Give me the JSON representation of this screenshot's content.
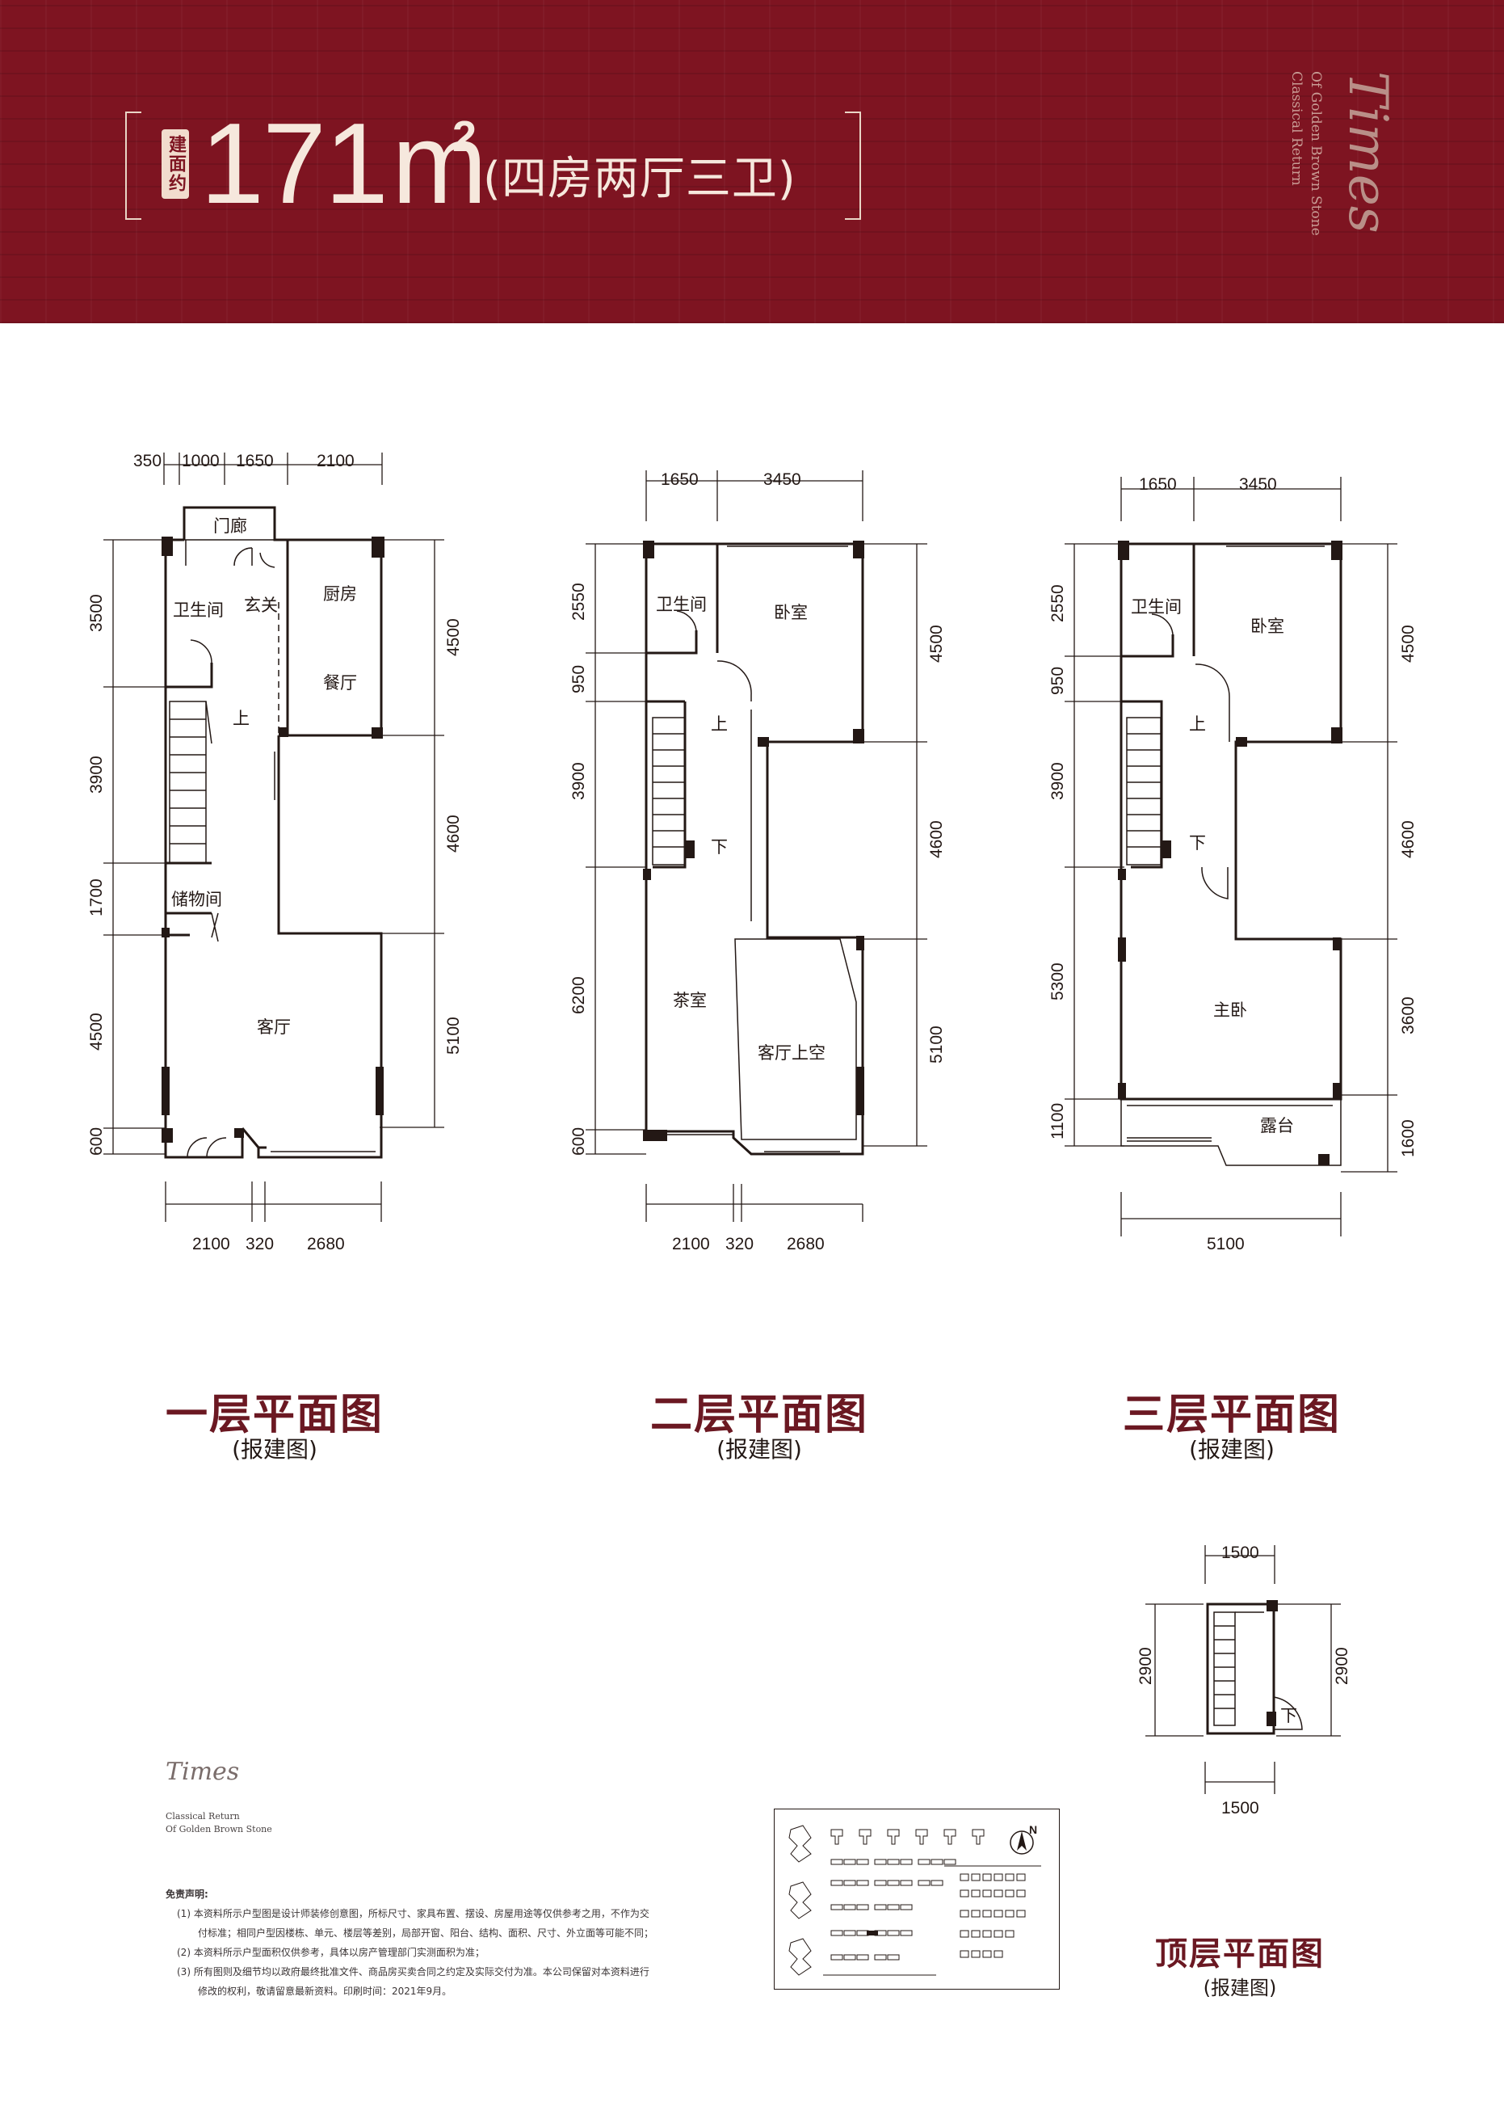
{
  "header": {
    "tag": "建面约",
    "area_number": "171",
    "area_unit": "m",
    "area_sup": "2",
    "layout_desc": "(四房两厅三卫)",
    "brand_line1": "Classical Return",
    "brand_line2": "Of Golden Brown Stone",
    "brand_logo": "Times"
  },
  "floors": [
    {
      "title": "一层平面图",
      "subtitle": "(报建图)",
      "rooms": [
        "门廊",
        "玄关",
        "卫生间",
        "厨房",
        "餐厅",
        "上",
        "储物间",
        "客厅"
      ],
      "dims_top": [
        "350",
        "1000",
        "1650",
        "2100"
      ],
      "dims_left": [
        "3500",
        "3900",
        "1700",
        "4500",
        "600"
      ],
      "dims_right": [
        "4500",
        "4600",
        "5100"
      ],
      "dims_bottom": [
        "2100",
        "320",
        "2680"
      ]
    },
    {
      "title": "二层平面图",
      "subtitle": "(报建图)",
      "rooms": [
        "卫生间",
        "卧室",
        "上",
        "下",
        "茶室",
        "客厅上空"
      ],
      "dims_top": [
        "1650",
        "3450"
      ],
      "dims_left": [
        "2550",
        "950",
        "3900",
        "6200",
        "600"
      ],
      "dims_right": [
        "4500",
        "4600",
        "5100"
      ],
      "dims_bottom": [
        "2100",
        "320",
        "2680"
      ]
    },
    {
      "title": "三层平面图",
      "subtitle": "(报建图)",
      "rooms": [
        "卫生间",
        "卧室",
        "上",
        "下",
        "主卧",
        "露台"
      ],
      "dims_top": [
        "1650",
        "3450"
      ],
      "dims_left": [
        "2550",
        "950",
        "3900",
        "5300",
        "1100"
      ],
      "dims_right": [
        "4500",
        "4600",
        "3600",
        "1600"
      ],
      "dims_bottom": [
        "5100"
      ]
    },
    {
      "title": "顶层平面图",
      "subtitle": "(报建图)",
      "rooms": [
        "下"
      ],
      "dims_top": [
        "1500"
      ],
      "dims_left": [
        "2900"
      ],
      "dims_right": [
        "2900"
      ],
      "dims_bottom": [
        "1500"
      ]
    }
  ],
  "footer": {
    "brand_logo": "Times",
    "brand_line1": "Classical Return",
    "brand_line2": "Of Golden Brown Stone",
    "disclaimer_title": "免责声明:",
    "disclaimer_items": [
      "(1)  本资料所示户型图是设计师装修创意图，所标尺寸、家具布置、摆设、房屋用途等仅供参考之用，不作为交",
      "付标准；相同户型因楼栋、单元、楼层等差别，局部开窗、阳台、结构、面积、尺寸、外立面等可能不同；",
      "(2)  本资料所示户型面积仅供参考，具体以房产管理部门实测面积为准；",
      "(3)  所有图则及细节均以政府最终批准文件、商品房买卖合同之约定及实际交付为准。本公司保留对本资料进行",
      "修改的权利，敬请留意最新资料。印刷时间：2021年9月。"
    ],
    "north_label": "N"
  },
  "colors": {
    "banner": "#7e1421",
    "title": "#6b1822",
    "line": "#231815"
  }
}
